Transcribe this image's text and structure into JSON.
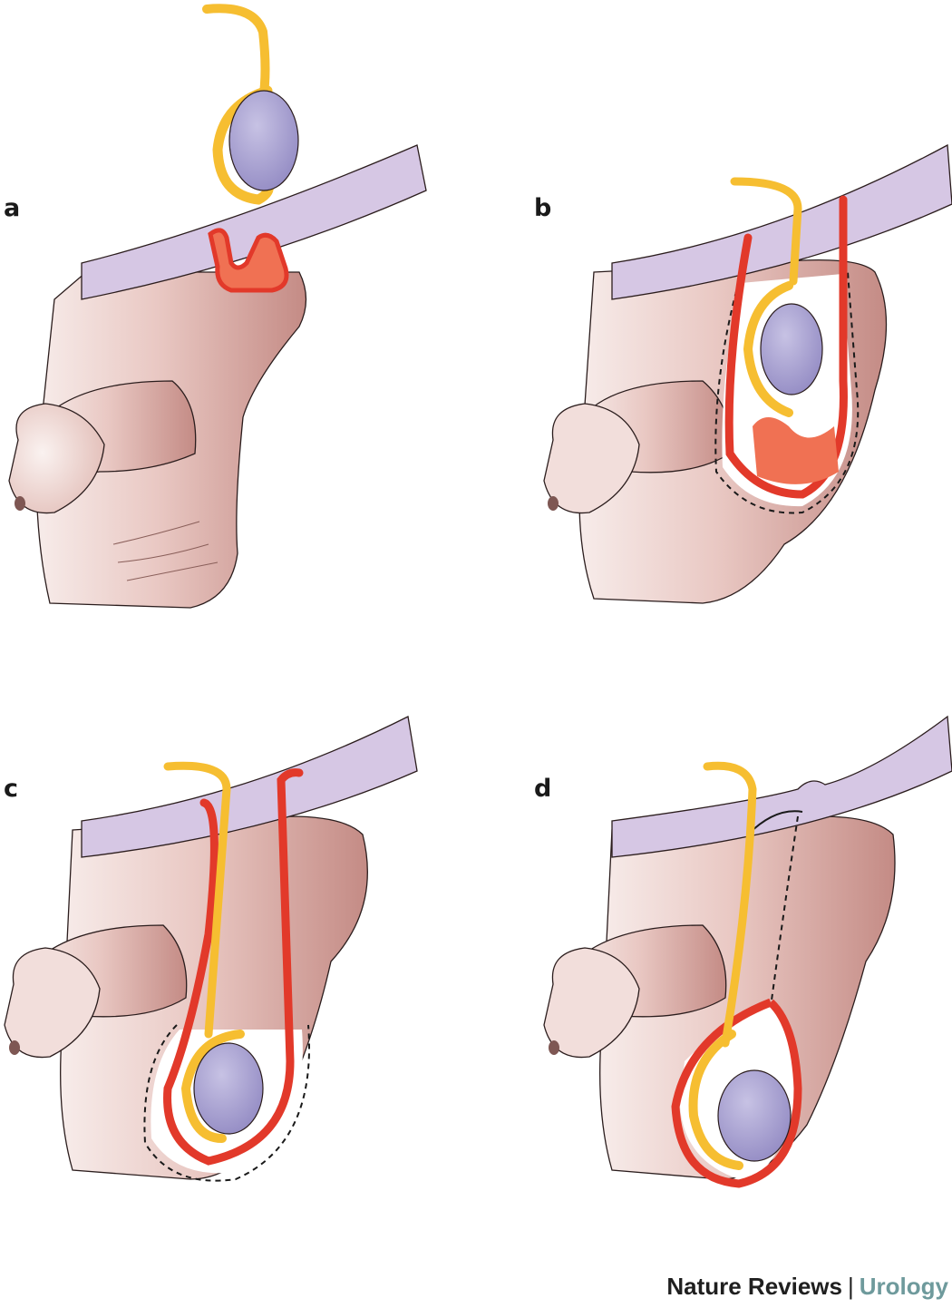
{
  "panels": [
    {
      "id": "a",
      "label": "a"
    },
    {
      "id": "b",
      "label": "b"
    },
    {
      "id": "c",
      "label": "c"
    },
    {
      "id": "d",
      "label": "d"
    }
  ],
  "footer": {
    "publisher": "Nature Reviews",
    "separator": "|",
    "journal": "Urology"
  },
  "colors": {
    "skin": "#e7c4bf",
    "skin_shade": "#c98e87",
    "abdominal_wall": "#d6c7e4",
    "sac": "#e2392a",
    "fluid": "#f07153",
    "cord": "#f6be31",
    "testis": "#a8a1cf",
    "outline": "#2b1d1d"
  }
}
